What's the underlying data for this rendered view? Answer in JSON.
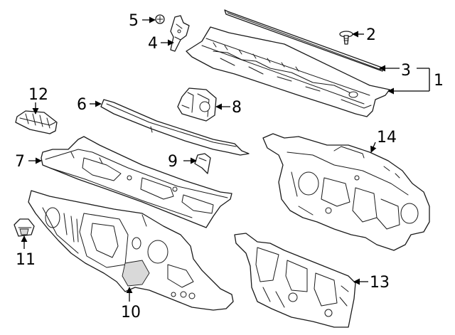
{
  "callouts": {
    "c1": "1",
    "c2": "2",
    "c3": "3",
    "c4": "4",
    "c5": "5",
    "c6": "6",
    "c7": "7",
    "c8": "8",
    "c9": "9",
    "c10": "10",
    "c11": "11",
    "c12": "12",
    "c13": "13",
    "c14": "14"
  },
  "colors": {
    "line": "#1a1a1a",
    "background": "#ffffff"
  }
}
